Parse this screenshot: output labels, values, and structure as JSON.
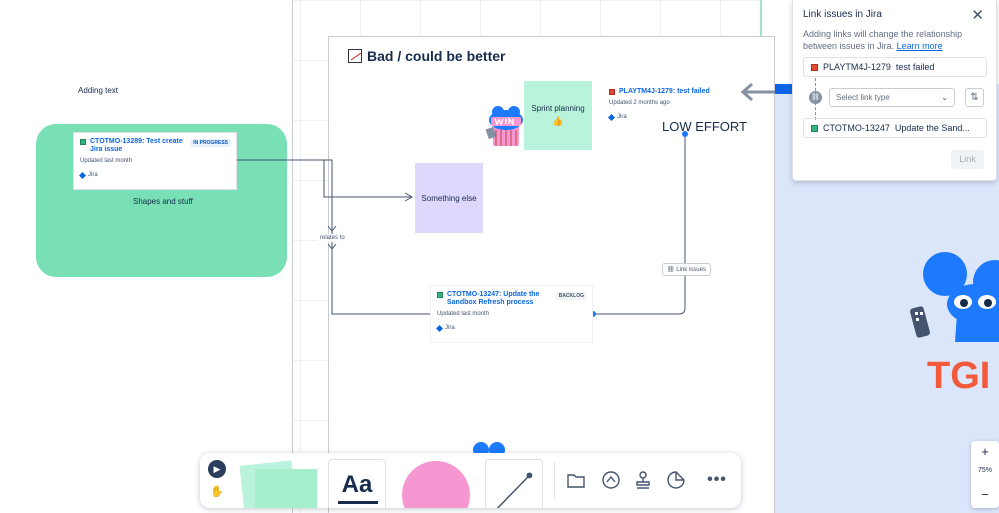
{
  "canvas": {
    "adding_text": "Adding text",
    "shape_caption": "Shapes and stuff"
  },
  "frame": {
    "title": "Bad / could be better",
    "title_icon": "chart-decreasing-emoji"
  },
  "cards": {
    "card1": {
      "key": "CTOTMO-13289: Test create Jira issue",
      "status": "IN PROGRESS",
      "updated": "Updated last month",
      "source": "Jira",
      "type_icon": "story-icon"
    },
    "card2": {
      "key": "PLAYTM4J-1279: test failed",
      "updated": "Updated 2 months ago",
      "source": "Jira",
      "type_icon": "bug-icon"
    },
    "card3": {
      "key": "CTOTMO-13247: Update the Sandbox Refresh process",
      "status": "BACKLOG",
      "updated": "Updated last month",
      "source": "Jira",
      "type_icon": "story-icon"
    }
  },
  "stickies": {
    "sprint_planning": "Sprint planning",
    "sprint_emoji": "👍",
    "something_else": "Something else"
  },
  "labels": {
    "low_effort": "LOW EFFORT",
    "link_issues_chip": "Link issues",
    "relates_to": "relates to"
  },
  "popup": {
    "title": "Link issues in Jira",
    "description": "Adding links will change the relationship between issues in Jira.",
    "learn_more": "Learn more",
    "source_issue_key": "PLAYTM4J-1279",
    "source_issue_summary": "test failed",
    "link_type_placeholder": "Select link type",
    "target_issue_key": "CTOTMO-13247",
    "target_issue_summary": "Update the Sand...",
    "link_button": "Link"
  },
  "toolbar": {
    "text_tool": "Aa",
    "more": "•••"
  },
  "zoom": {
    "plus": "+",
    "level": "75%",
    "minus": "−"
  },
  "colors": {
    "accent": "#0c66e4",
    "green_shape": "#79e0b5",
    "sticky_green": "#baf3db",
    "sticky_purple": "#dfd8fd",
    "right_panel": "#dce6fb"
  }
}
